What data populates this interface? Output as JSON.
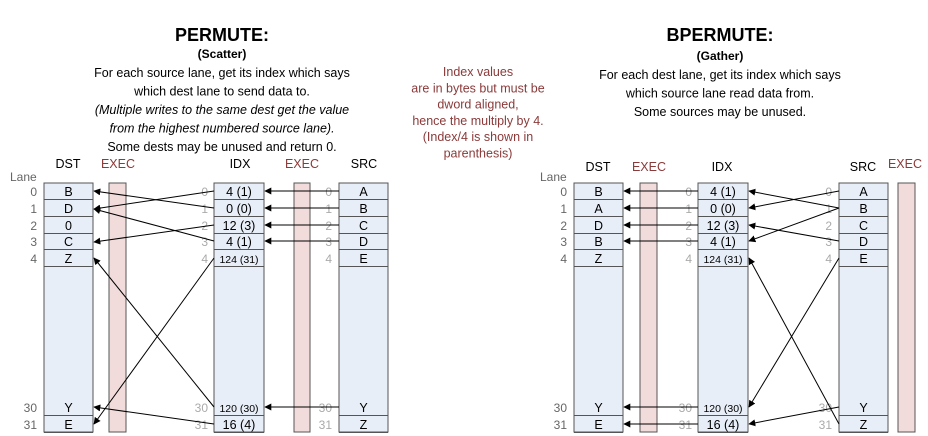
{
  "permute": {
    "title": "PERMUTE:",
    "subtitle": "(Scatter)",
    "lines": [
      {
        "text": "For each source lane, get its index which says",
        "style": "normal"
      },
      {
        "text": "which dest lane to send data to.",
        "style": "normal"
      },
      {
        "text": "(Multiple writes to the same dest get the value",
        "style": "italic"
      },
      {
        "text": "from the highest numbered source lane).",
        "style": "italic"
      },
      {
        "text": "Some dests may be unused and return 0.",
        "style": "normal"
      }
    ],
    "headers": {
      "lane": "Lane",
      "dst": "DST",
      "exec1": "EXEC",
      "idx": "IDX",
      "exec2": "EXEC",
      "src": "SRC"
    },
    "dst": [
      "B",
      "D",
      "0",
      "C",
      "Z",
      "Y",
      "E"
    ],
    "idx": [
      "4  (1)",
      "0  (0)",
      "12  (3)",
      "4  (1)",
      "124 (31)",
      "120 (30)",
      "16 (4)"
    ],
    "src": [
      "A",
      "B",
      "C",
      "D",
      "E",
      "Y",
      "Z"
    ]
  },
  "bpermute": {
    "title": "BPERMUTE:",
    "subtitle": "(Gather)",
    "lines": [
      {
        "text": "For each dest lane, get its index which says",
        "style": "normal"
      },
      {
        "text": "which source lane read data from.",
        "style": "normal"
      },
      {
        "text": "Some sources may be unused.",
        "style": "normal"
      }
    ],
    "headers": {
      "lane": "Lane",
      "dst": "DST",
      "exec1": "EXEC",
      "idx": "IDX",
      "src": "SRC",
      "exec2": "EXEC"
    },
    "dst": [
      "B",
      "A",
      "D",
      "B",
      "Z",
      "Y",
      "E"
    ],
    "idx": [
      "4  (1)",
      "0  (0)",
      "12  (3)",
      "4  (1)",
      "124 (31)",
      "120 (30)",
      "16 (4)"
    ],
    "src": [
      "A",
      "B",
      "C",
      "D",
      "E",
      "Y",
      "Z"
    ]
  },
  "lanes": [
    "0",
    "1",
    "2",
    "3",
    "4",
    "30",
    "31"
  ],
  "note": [
    "Index values",
    "are in bytes but must be",
    "dword aligned,",
    "hence the multiply by 4.",
    "(Index/4 is shown in",
    "parenthesis)"
  ],
  "colors": {
    "column_fill": "#e8eef7",
    "exec_fill": "#f2dcdb",
    "exec_text": "#8b3a3a",
    "border": "#555555",
    "lane_text": "#666666",
    "ghost_text": "#aaaaaa"
  }
}
